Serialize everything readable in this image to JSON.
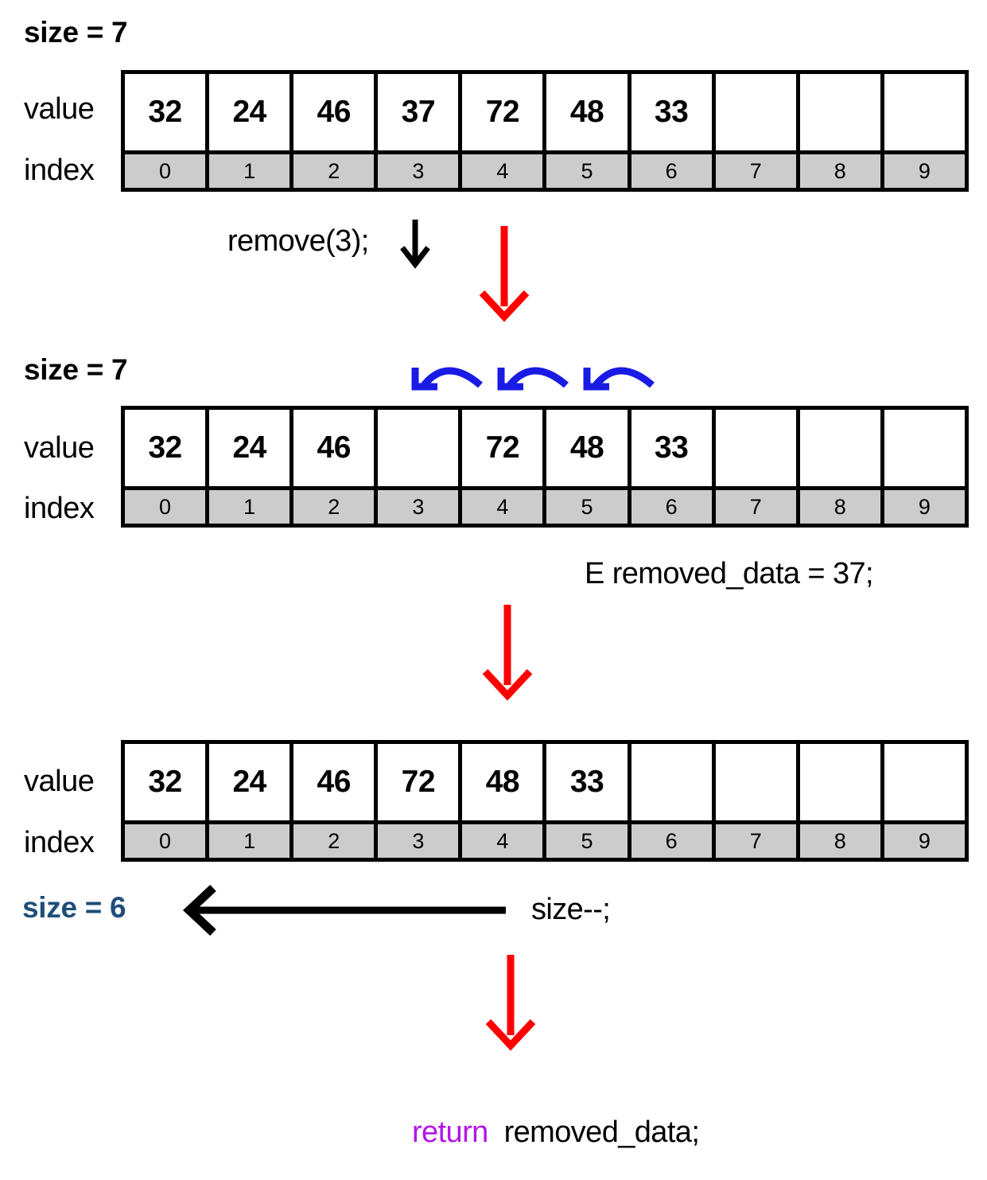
{
  "diagram": {
    "title_semantics": "ArrayList remove(index) operation walkthrough",
    "colors": {
      "red_arrow": "#ff0000",
      "blue_arrow": "#1a1ae6",
      "size_final": "#1f4e79",
      "keyword": "#b315e8",
      "index_fill": "#cccccc",
      "border": "#000000"
    }
  },
  "steps": [
    {
      "id": "step1",
      "size_label": "size = 7",
      "value_row_label": "value",
      "index_row_label": "index",
      "values": [
        "32",
        "24",
        "46",
        "37",
        "72",
        "48",
        "33",
        "",
        "",
        ""
      ],
      "indices": [
        "0",
        "1",
        "2",
        "3",
        "4",
        "5",
        "6",
        "7",
        "8",
        "9"
      ]
    },
    {
      "id": "step2",
      "size_label": "size = 7",
      "value_row_label": "value",
      "index_row_label": "index",
      "values": [
        "32",
        "24",
        "46",
        "",
        "72",
        "48",
        "33",
        "",
        "",
        ""
      ],
      "indices": [
        "0",
        "1",
        "2",
        "3",
        "4",
        "5",
        "6",
        "7",
        "8",
        "9"
      ]
    },
    {
      "id": "step3",
      "size_label": "",
      "value_row_label": "value",
      "index_row_label": "index",
      "values": [
        "32",
        "24",
        "46",
        "72",
        "48",
        "33",
        "",
        "",
        "",
        ""
      ],
      "indices": [
        "0",
        "1",
        "2",
        "3",
        "4",
        "5",
        "6",
        "7",
        "8",
        "9"
      ]
    }
  ],
  "annotations": {
    "remove_call": "remove(3);",
    "removed_data": "E removed_data = 37;",
    "size_decrement": "size--;",
    "size_after": "size = 6",
    "return_keyword": "return",
    "return_value": "removed_data;"
  },
  "icons": {
    "black_down_arrow": "down-arrow-icon",
    "red_down_arrow": "red-down-arrow-icon",
    "black_left_arrow": "left-arrow-icon",
    "blue_shift_arrow": "curved-left-shift-arrow-icon"
  }
}
